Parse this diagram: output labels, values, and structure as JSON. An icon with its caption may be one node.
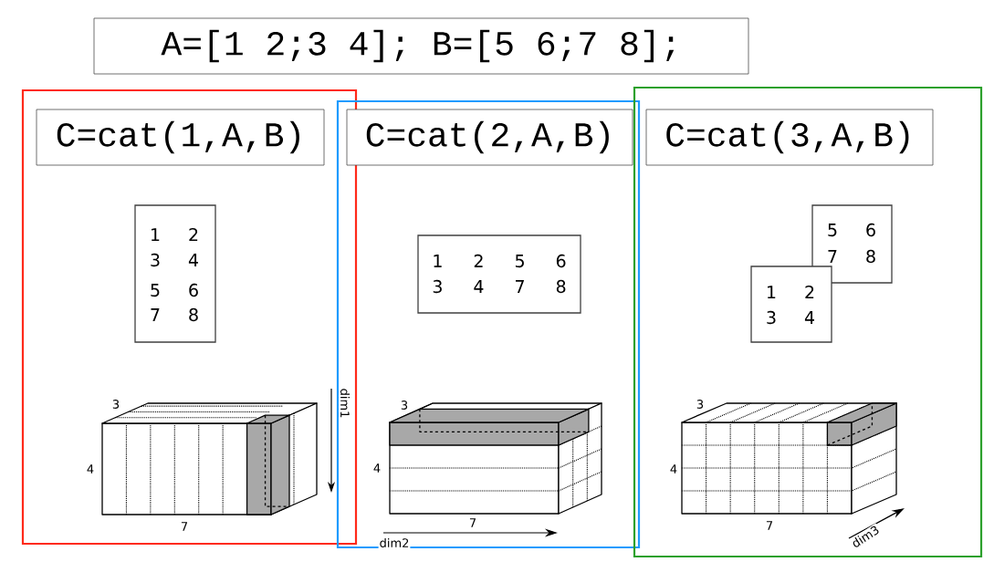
{
  "diagram": {
    "nodes": [
      {
        "text": [
          "A=[1 2;3 4]; B=[5 6;7 8];"
        ]
      },
      {
        "text": [],
        "shape": "box"
      },
      {
        "text": [
          "C=cat(1,A,B)"
        ],
        "in": 1
      },
      {
        "text": [
          "1 2",
          "3 4",
          "5 6",
          "7 8"
        ],
        "in": 1
      },
      {
        "text": [],
        "shape": "box"
      },
      {
        "text": [
          "C=cat(2,A,B)"
        ],
        "in": 4
      },
      {
        "text": [
          "1 2 5 6",
          "3 4 7 8"
        ],
        "in": 4
      },
      {
        "text": [],
        "shape": "box"
      },
      {
        "text": [
          "C=cat(3,A,B)"
        ],
        "in": 7
      },
      {
        "text": [
          "5 6",
          "7 8"
        ],
        "in": 7
      },
      {
        "text": [
          "1 2",
          "3 4"
        ],
        "in": 7
      }
    ],
    "labels": [
      "3",
      "dim1",
      "4",
      "7",
      "3",
      "4",
      "7",
      "dim2",
      "3",
      "4",
      "7",
      "dim3"
    ]
  }
}
